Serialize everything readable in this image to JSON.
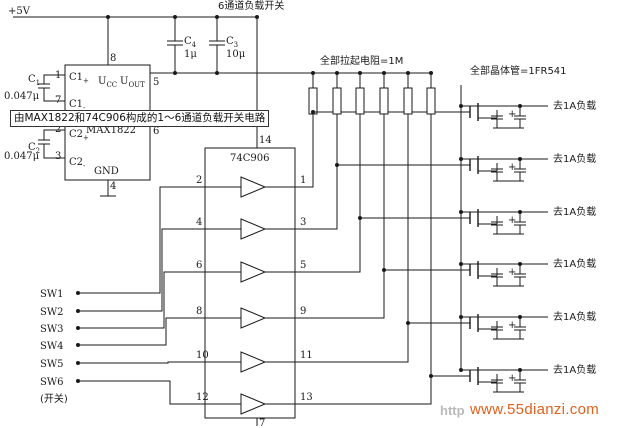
{
  "caption": "由MAX1822和74C906构成的1～6通道负载开关电路",
  "supply_label": "+5V",
  "title_top": "6通道负载开关",
  "pullup_note": "全部拉起电阻=1M",
  "fet_note": "全部晶体管=1FR541",
  "ic1": {
    "name": "MAX1822",
    "vcc": "U",
    "vcc_sub": "CC",
    "vout": "U",
    "vout_sub": "OUT",
    "gnd": "GND",
    "c1p": "C1",
    "c1p_sub": "+",
    "c1m": "C1",
    "c1m_sub": "-",
    "c2p": "C2",
    "c2p_sub": "+",
    "c2m": "C2",
    "c2m_sub": "-",
    "pins": {
      "p1": "1",
      "p2": "2",
      "p3": "3",
      "p4": "4",
      "p5": "5",
      "p6": "6",
      "p7": "7",
      "p8": "8"
    }
  },
  "ic2": {
    "name": "74C906",
    "vcc_pin": "14",
    "gnd_pin": "7",
    "buffers": [
      {
        "in_pin": "2",
        "out_pin": "1"
      },
      {
        "in_pin": "4",
        "out_pin": "3"
      },
      {
        "in_pin": "6",
        "out_pin": "5"
      },
      {
        "in_pin": "8",
        "out_pin": "9"
      },
      {
        "in_pin": "10",
        "out_pin": "11"
      },
      {
        "in_pin": "12",
        "out_pin": "13"
      }
    ]
  },
  "caps": {
    "c1": {
      "name": "C",
      "sub": "1",
      "value": "0.047μ"
    },
    "c2": {
      "name": "C",
      "sub": "2",
      "value": "0.047μ"
    },
    "c3": {
      "name": "C",
      "sub": "3",
      "value": "10μ"
    },
    "c4": {
      "name": "C",
      "sub": "4",
      "value": "1μ"
    }
  },
  "switches": [
    "SW1",
    "SW2",
    "SW3",
    "SW4",
    "SW5",
    "SW6"
  ],
  "switch_note": "(开关)",
  "loads": [
    "去1A负载",
    "去1A负载",
    "去1A负载",
    "去1A负载",
    "去1A负载",
    "去1A负载"
  ],
  "watermark_prefix": "http",
  "watermark": "www.55dianzi.com",
  "colors": {
    "line": "#1a1a1a",
    "watermark": "#e0601e",
    "background": "#ffffff"
  }
}
